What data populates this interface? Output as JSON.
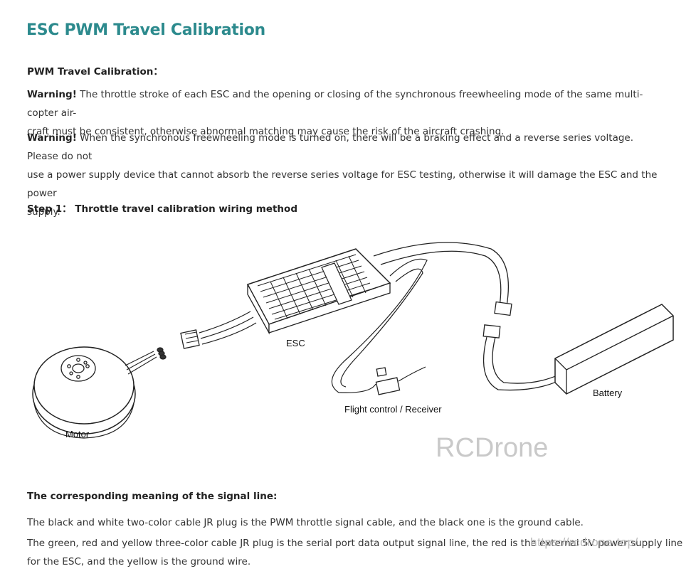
{
  "page_title": "ESC PWM Travel Calibration",
  "section_heading": "PWM Travel Calibration：",
  "warnings": [
    {
      "label": "Warning!",
      "line1": " The throttle stroke of each ESC and the opening or closing of the synchronous freewheeling mode of the same multi-copter air-",
      "line2": "craft must be consistent, otherwise abnormal matching may cause the risk of the aircraft crashing."
    },
    {
      "label": "Warning!",
      "line1": " When the synchronous freewheeling mode is turned on, there will be a braking effect and a reverse series voltage. Please do not",
      "line2": "use a power supply device that cannot absorb the reverse series voltage for ESC testing, otherwise it will damage the ESC and the power",
      "line3": "supply."
    }
  ],
  "step1_heading": "Step 1：  Throttle travel calibration wiring method",
  "diagram": {
    "labels": {
      "esc": "ESC",
      "motor": "Motor",
      "battery": "Battery",
      "flight_control": "Flight control / Receiver"
    },
    "watermark": "RCDrone"
  },
  "signal_heading": "The corresponding meaning of the signal line:",
  "signal_lines": {
    "line1": "The black and white two-color cable JR plug is the PWM throttle signal cable, and the black one is the ground cable.",
    "line2": "The green, red and yellow three-color cable JR plug is the serial port data output signal line, the red is the external 5V power supply line",
    "line3": "for the ESC, and the yellow is the ground wire."
  },
  "watermark_url": "https://rcdrone.top/"
}
